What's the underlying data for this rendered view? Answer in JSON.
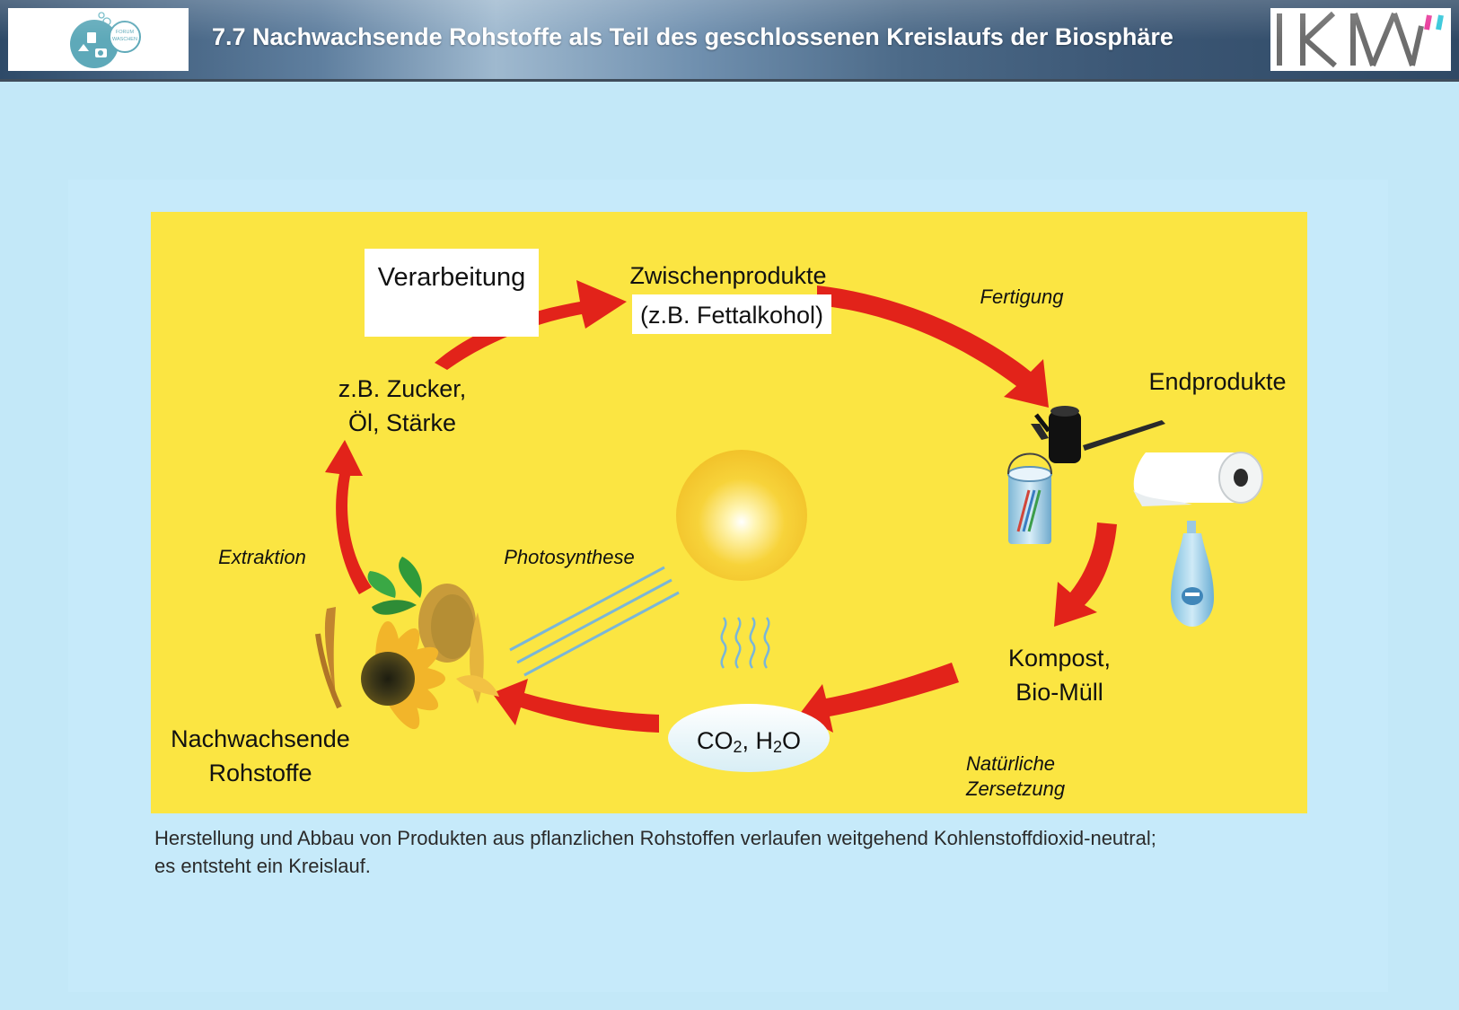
{
  "header": {
    "title": "7.7 Nachwachsende Rohstoffe als Teil des geschlossenen Kreislaufs der Biosphäre",
    "logo_left_text": "FORUM WASCHEN",
    "logo_right_text": "IKW",
    "accent_color": "#3b5674"
  },
  "diagram": {
    "box_verarbeitung": "Verarbeitung",
    "zwischen_line1": "Zwischenprodukte",
    "zwischen_line2": "(z.B. Fettalkohol)",
    "fertigung": "Fertigung",
    "endprodukte": "Endprodukte",
    "rohstoff_line1": "z.B. Zucker,",
    "rohstoff_line2": "Öl, Stärke",
    "extraktion": "Extraktion",
    "photosynthese": "Photosynthese",
    "kompost_line1": "Kompost,",
    "kompost_line2": "Bio-Müll",
    "nachwachsende_line1": "Nachwachsende",
    "nachwachsende_line2": "Rohstoffe",
    "co2_part1": "CO",
    "co2_sub1": "2",
    "co2_part2": ", H",
    "co2_sub2": "2",
    "co2_part3": "O",
    "zersetzung_line1": "Natürliche",
    "zersetzung_line2": "Zersetzung",
    "arrow_color": "#e2231a",
    "background_color": "#fbe542"
  },
  "caption": {
    "line1": "Herstellung und Abbau von Produkten aus pflanzlichen Rohstoffen verlaufen weitgehend Kohlenstoffdioxid-neutral;",
    "line2": "es entsteht ein Kreislauf."
  }
}
